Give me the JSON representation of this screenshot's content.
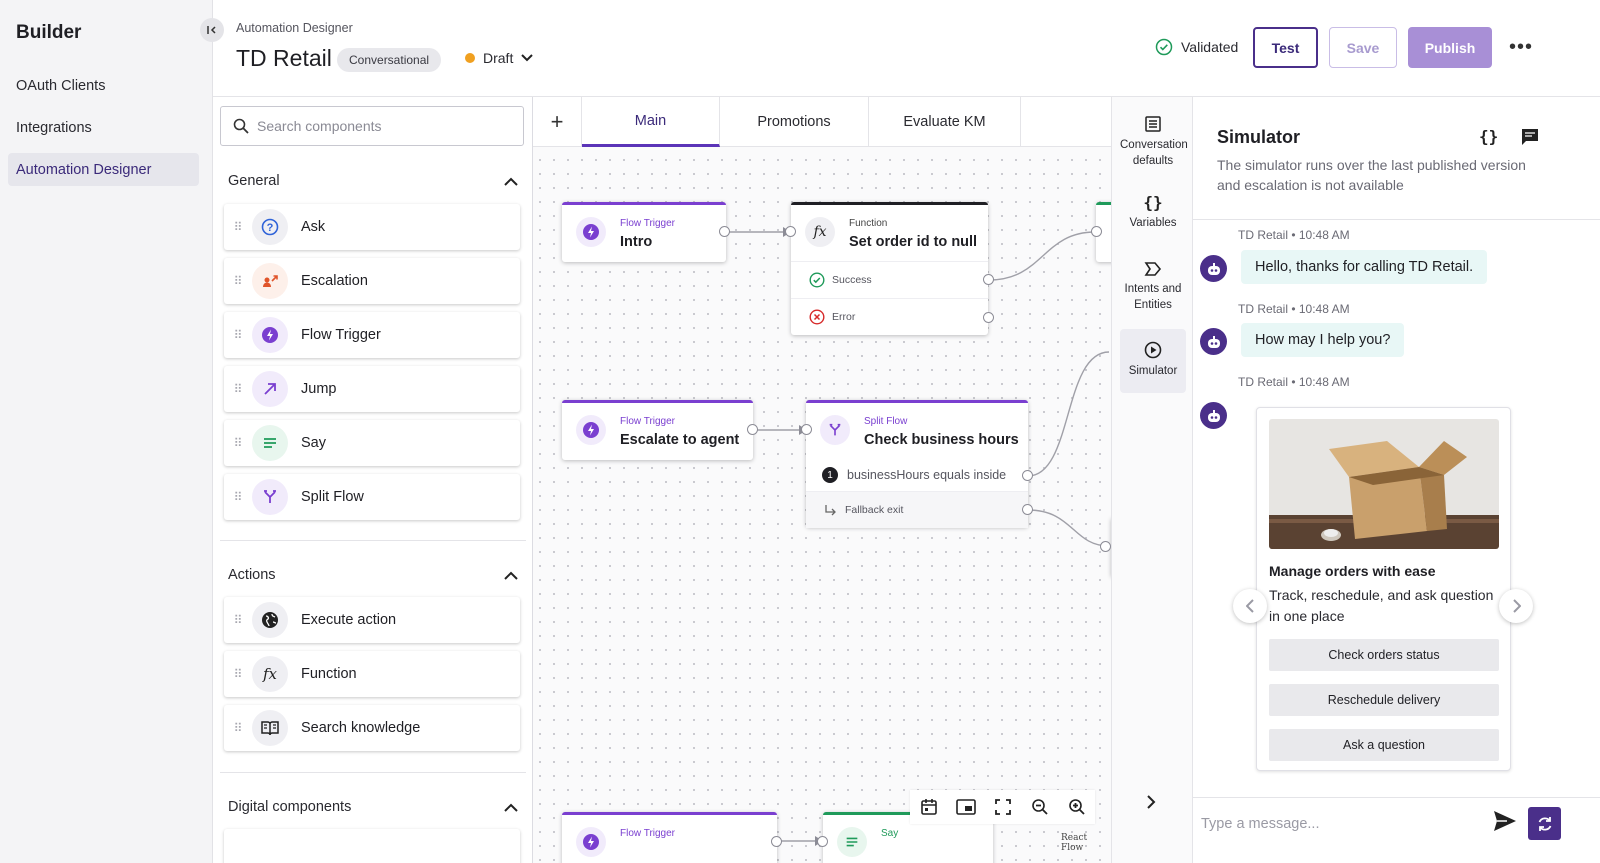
{
  "sidebar": {
    "brand": "Builder",
    "items": [
      {
        "label": "OAuth Clients"
      },
      {
        "label": "Integrations"
      },
      {
        "label": "Automation Designer",
        "active": true
      }
    ]
  },
  "header": {
    "breadcrumb": "Automation Designer",
    "title": "TD Retail",
    "type_chip": "Conversational",
    "status": "Draft",
    "validated": "Validated",
    "test_label": "Test",
    "save_label": "Save",
    "publish_label": "Publish"
  },
  "components": {
    "search_placeholder": "Search components",
    "sections": [
      {
        "title": "General",
        "items": [
          {
            "label": "Ask",
            "icon": "question-icon"
          },
          {
            "label": "Escalation",
            "icon": "escalation-icon"
          },
          {
            "label": "Flow Trigger",
            "icon": "bolt-icon"
          },
          {
            "label": "Jump",
            "icon": "arrow-up-right-icon"
          },
          {
            "label": "Say",
            "icon": "lines-icon"
          },
          {
            "label": "Split Flow",
            "icon": "split-icon"
          }
        ]
      },
      {
        "title": "Actions",
        "items": [
          {
            "label": "Execute action",
            "icon": "globe-icon"
          },
          {
            "label": "Function",
            "icon": "fx-icon"
          },
          {
            "label": "Search knowledge",
            "icon": "book-icon"
          }
        ]
      },
      {
        "title": "Digital components",
        "items": []
      }
    ]
  },
  "canvas": {
    "tabs": [
      {
        "label": "Main",
        "active": true
      },
      {
        "label": "Promotions"
      },
      {
        "label": "Evaluate KM"
      }
    ],
    "nodes": {
      "intro": {
        "type": "Flow Trigger",
        "name": "Intro"
      },
      "set_order": {
        "type": "Function",
        "name": "Set order id to null",
        "success": "Success",
        "error": "Error"
      },
      "escalate": {
        "type": "Flow Trigger",
        "name": "Escalate to agent"
      },
      "check_hours": {
        "type": "Split Flow",
        "name": "Check business hours",
        "condition_num": "1",
        "condition": "businessHours equals inside",
        "fallback": "Fallback exit"
      },
      "bottom_trigger": {
        "type": "Flow Trigger"
      },
      "bottom_say": {
        "type": "Say"
      }
    },
    "attribution": "React Flow"
  },
  "rail": {
    "items": [
      {
        "label": "Conversation defaults"
      },
      {
        "label": "Variables"
      },
      {
        "label": "Intents and Entities"
      },
      {
        "label": "Simulator",
        "active": true
      }
    ]
  },
  "simulator": {
    "title": "Simulator",
    "description": "The simulator runs over the last published version and escalation is not available",
    "messages": [
      {
        "meta": "TD Retail • 10:48 AM",
        "text": "Hello, thanks for calling TD Retail."
      },
      {
        "meta": "TD Retail • 10:48 AM",
        "text": "How may I help you?"
      },
      {
        "meta": "TD Retail • 10:48 AM"
      }
    ],
    "card": {
      "title": "Manage orders with ease",
      "text": "Track, reschedule, and ask question in one place",
      "buttons": [
        "Check orders status",
        "Reschedule delivery",
        "Ask a question"
      ]
    },
    "composer_placeholder": "Type a message..."
  },
  "colors": {
    "accent": "#4a2f8a",
    "trigger": "#7a3fd0",
    "status_draft": "#f0a020",
    "validated": "#1f9a5a"
  }
}
